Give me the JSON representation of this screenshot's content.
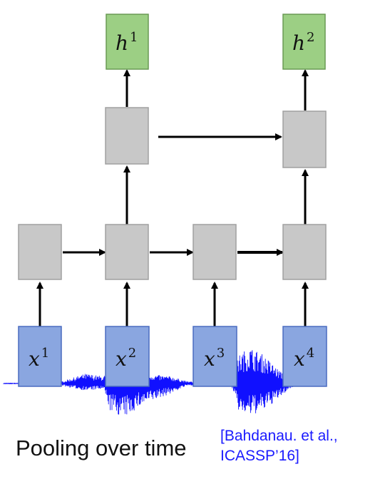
{
  "outputs": [
    {
      "base": "h",
      "sup": "1"
    },
    {
      "base": "h",
      "sup": "2"
    }
  ],
  "inputs": [
    {
      "base": "x",
      "sup": "1"
    },
    {
      "base": "x",
      "sup": "2"
    },
    {
      "base": "x",
      "sup": "3"
    },
    {
      "base": "x",
      "sup": "4"
    }
  ],
  "caption": "Pooling over time",
  "citation": {
    "line1": "[Bahdanau. et al.,",
    "line2": "ICASSP’16]"
  },
  "colors": {
    "output_fill": "#9ccf84",
    "output_stroke": "#6a9a55",
    "hidden_fill": "#c8c8c8",
    "hidden_stroke": "#a0a0a0",
    "input_fill": "#8aa6e0",
    "input_stroke": "#4a6cc0",
    "waveform": "#1010ff",
    "citation": "#1a1aff"
  }
}
